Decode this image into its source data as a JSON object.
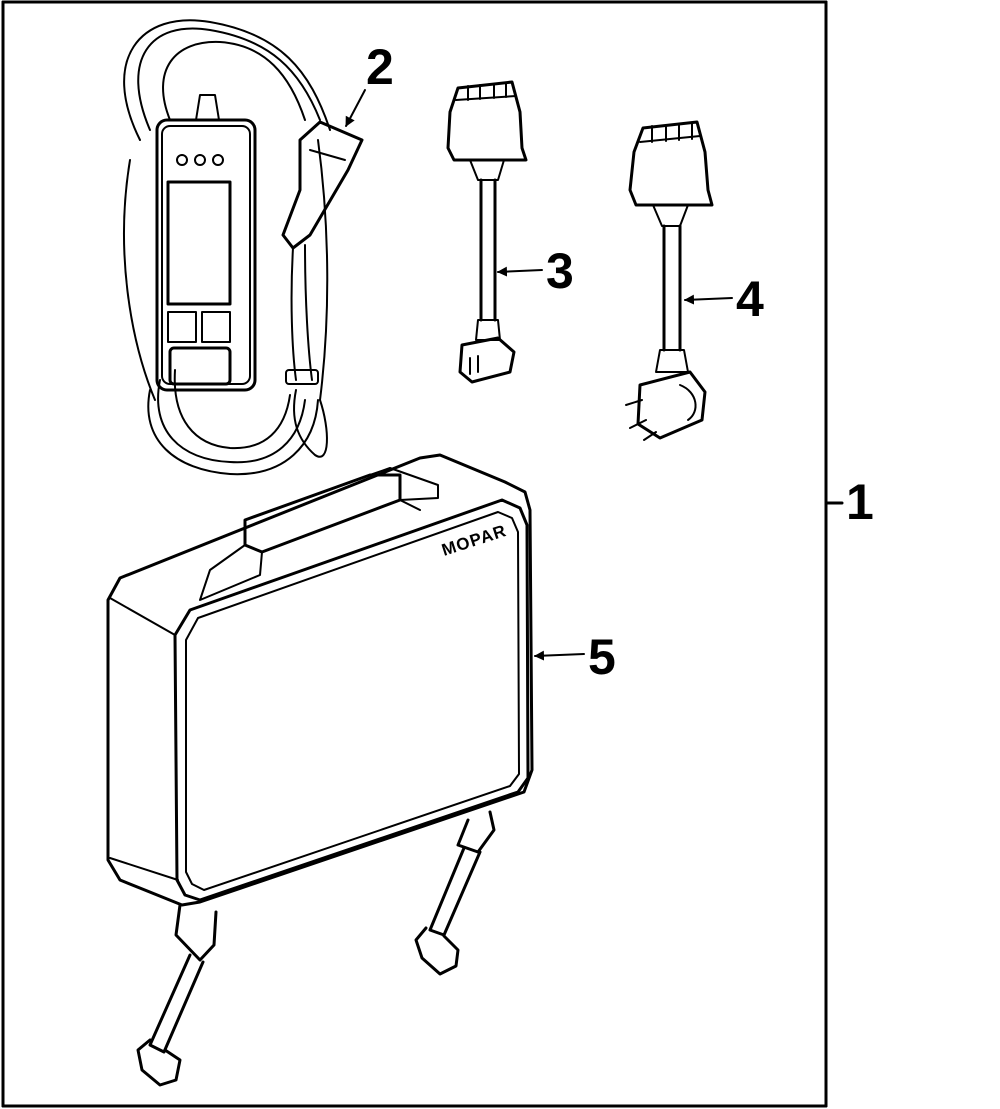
{
  "callouts": {
    "assembly": "1",
    "charger_cable": "2",
    "adapter_cord_a": "3",
    "adapter_cord_b": "4",
    "storage_case": "5"
  },
  "case_brand": "MOPAR"
}
